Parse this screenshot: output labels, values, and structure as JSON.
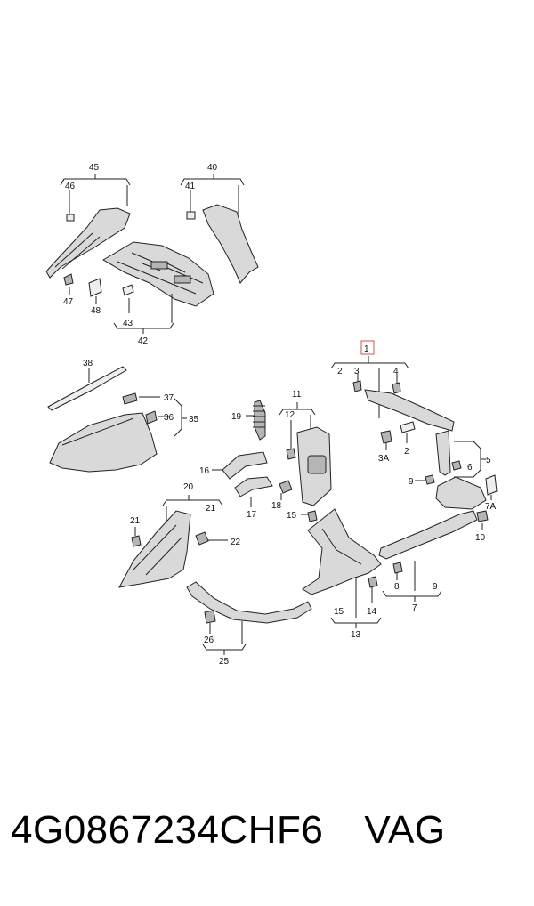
{
  "footer": {
    "part_number": "4G0867234CHF6",
    "brand": "VAG"
  },
  "diagram": {
    "highlighted_label": "1",
    "labels": {
      "l1": "1",
      "l2a": "2",
      "l2b": "2",
      "l3": "3",
      "l3A": "3A",
      "l4": "4",
      "l5": "5",
      "l6": "6",
      "l7": "7",
      "l7A": "7A",
      "l8": "8",
      "l9a": "9",
      "l9b": "9",
      "l10": "10",
      "l11": "11",
      "l12": "12",
      "l13": "13",
      "l14": "14",
      "l15a": "15",
      "l15b": "15",
      "l16": "16",
      "l17": "17",
      "l18": "18",
      "l19": "19",
      "l20": "20",
      "l21a": "21",
      "l21b": "21",
      "l22": "22",
      "l25": "25",
      "l26": "26",
      "l35": "35",
      "l36": "36",
      "l37": "37",
      "l38": "38",
      "l40": "40",
      "l41": "41",
      "l42": "42",
      "l43": "43",
      "l45": "45",
      "l46": "46",
      "l47": "47",
      "l48": "48"
    }
  }
}
